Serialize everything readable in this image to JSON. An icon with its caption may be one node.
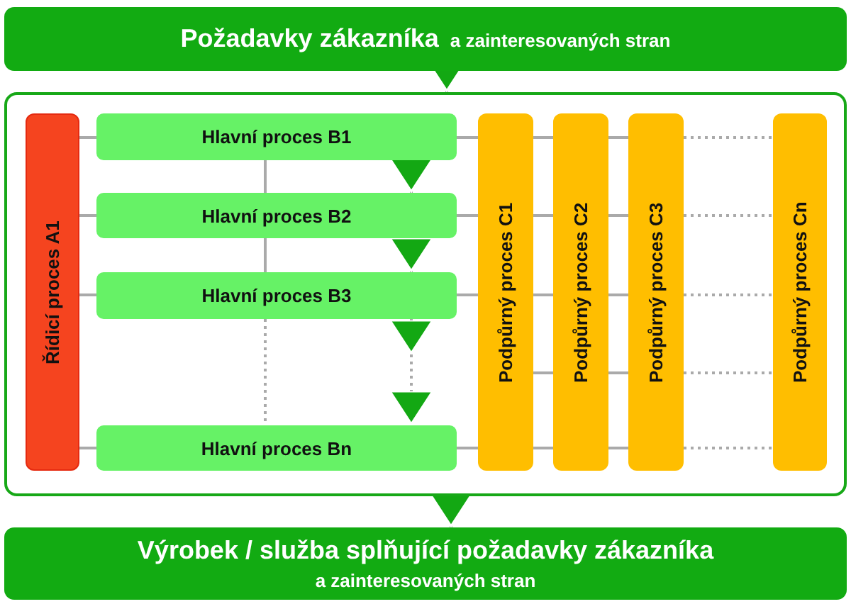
{
  "diagram": {
    "nodes": [
      {
        "text": [
          "Požadavky zákazníka",
          "a zainteresovaných stran"
        ]
      },
      {
        "text": [],
        "shape": "box"
      },
      {
        "text": [
          "Řídicí proces A1"
        ],
        "in": 1
      },
      {
        "text": [
          "Hlavní proces B1"
        ],
        "in": 1
      },
      {
        "text": [
          "Hlavní proces B2"
        ],
        "in": 1
      },
      {
        "text": [
          "Hlavní proces B3"
        ],
        "in": 1
      },
      {
        "text": [
          "Hlavní proces Bn"
        ],
        "in": 1
      },
      {
        "text": [
          "Podpůrný proces C1"
        ],
        "in": 1
      },
      {
        "text": [
          "Podpůrný proces C2"
        ],
        "in": 1
      },
      {
        "text": [
          "Podpůrný proces C3"
        ],
        "in": 1
      },
      {
        "text": [
          "Podpůrný proces Cn"
        ],
        "in": 1
      },
      {
        "text": [
          "Výrobek / služba splňující požadavky zákazníka",
          "a zainteresovaných stran"
        ]
      }
    ],
    "edges": [
      {
        "from": 0,
        "to": 1,
        "arrow": "to"
      },
      {
        "from": 3,
        "to": 4,
        "arrow": "to"
      },
      {
        "from": 4,
        "to": 5,
        "arrow": "to"
      },
      {
        "from": 5,
        "to": 6,
        "arrow": "to",
        "style": "dashed"
      },
      {
        "from": 1,
        "to": 11,
        "arrow": "to"
      },
      {
        "from": 3,
        "to": 4,
        "arrow": "none"
      },
      {
        "from": 4,
        "to": 5,
        "arrow": "none"
      },
      {
        "from": 5,
        "to": 6,
        "arrow": "none",
        "style": "dashed"
      },
      {
        "from": 2,
        "to": 3,
        "arrow": "none"
      },
      {
        "from": 3,
        "to": 7,
        "arrow": "none"
      },
      {
        "from": 7,
        "to": 8,
        "arrow": "none"
      },
      {
        "from": 8,
        "to": 9,
        "arrow": "none"
      },
      {
        "from": 9,
        "to": 10,
        "arrow": "none",
        "style": "dashed"
      },
      {
        "from": 2,
        "to": 4,
        "arrow": "none"
      },
      {
        "from": 4,
        "to": 7,
        "arrow": "none"
      },
      {
        "from": 7,
        "to": 8,
        "arrow": "none"
      },
      {
        "from": 8,
        "to": 9,
        "arrow": "none"
      },
      {
        "from": 9,
        "to": 10,
        "arrow": "none",
        "style": "dashed"
      },
      {
        "from": 2,
        "to": 5,
        "arrow": "none"
      },
      {
        "from": 5,
        "to": 7,
        "arrow": "none"
      },
      {
        "from": 7,
        "to": 8,
        "arrow": "none"
      },
      {
        "from": 8,
        "to": 9,
        "arrow": "none"
      },
      {
        "from": 9,
        "to": 10,
        "arrow": "none",
        "style": "dashed"
      },
      {
        "from": 2,
        "to": 6,
        "arrow": "none"
      },
      {
        "from": 6,
        "to": 7,
        "arrow": "none"
      },
      {
        "from": 7,
        "to": 8,
        "arrow": "none"
      },
      {
        "from": 8,
        "to": 9,
        "arrow": "none"
      },
      {
        "from": 9,
        "to": 10,
        "arrow": "none",
        "style": "dashed"
      },
      {
        "from": 7,
        "to": 8,
        "arrow": "none"
      },
      {
        "from": 8,
        "to": 9,
        "arrow": "none"
      },
      {
        "from": 9,
        "to": 10,
        "arrow": "none",
        "style": "dashed"
      }
    ]
  }
}
